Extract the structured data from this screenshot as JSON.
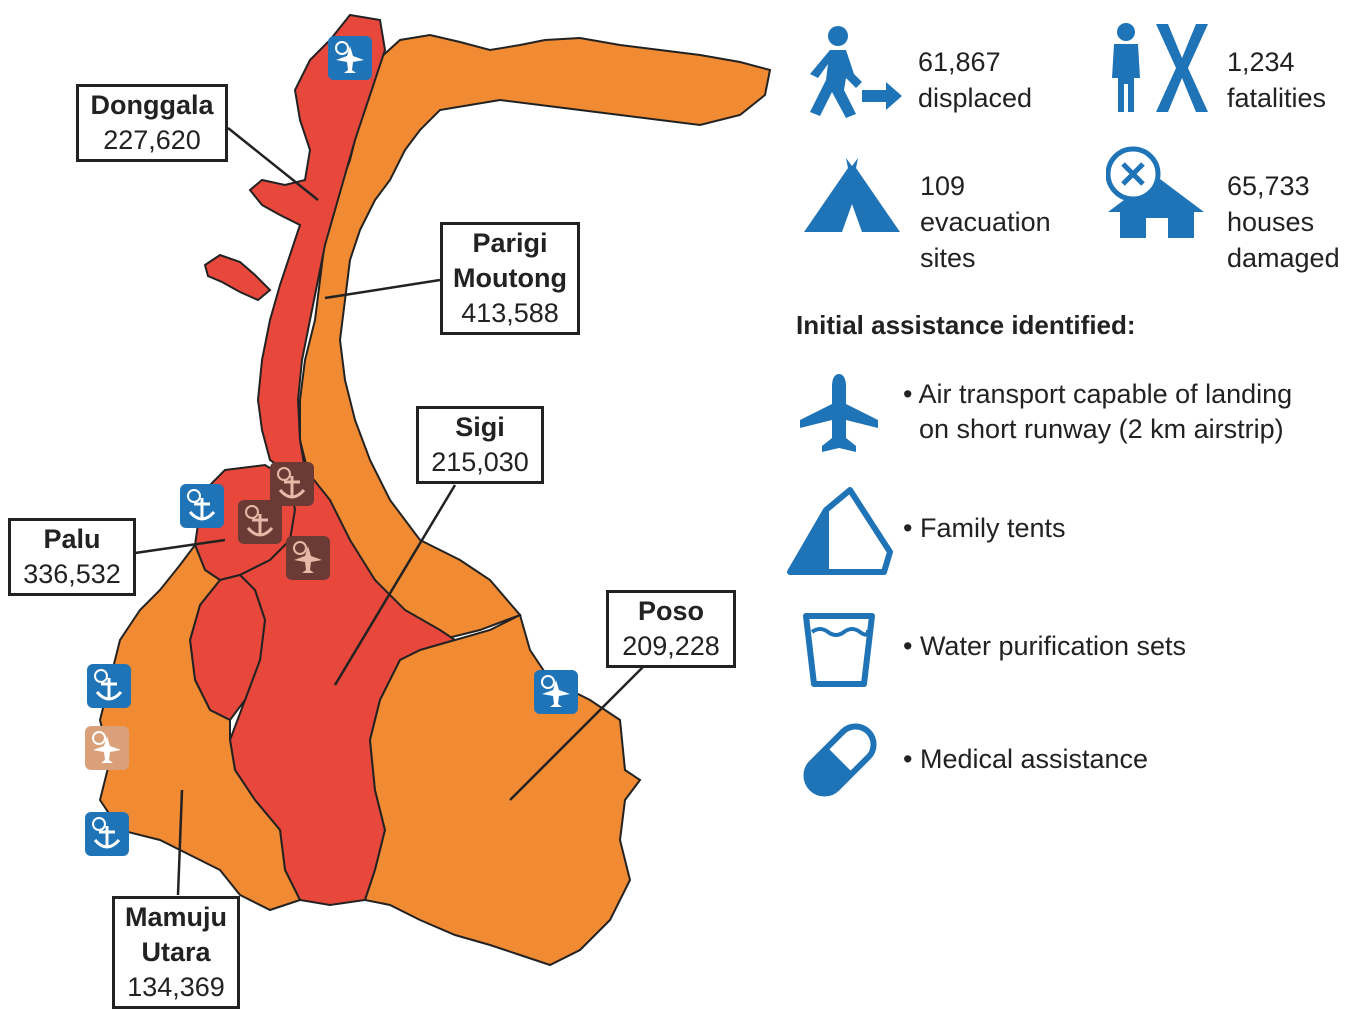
{
  "regions": [
    {
      "name": "Donggala",
      "value": "227,620",
      "severity": "high"
    },
    {
      "name": "Parigi Moutong",
      "value": "413,588",
      "severity": "medium"
    },
    {
      "name": "Sigi",
      "value": "215,030",
      "severity": "high"
    },
    {
      "name": "Palu",
      "value": "336,532",
      "severity": "high"
    },
    {
      "name": "Poso",
      "value": "209,228",
      "severity": "medium"
    },
    {
      "name": "Mamuju Utara",
      "value": "134,369",
      "severity": "medium"
    }
  ],
  "labels": {
    "donggala": {
      "name": "Donggala",
      "value": "227,620"
    },
    "parigi": {
      "name1": "Parigi",
      "name2": "Moutong",
      "value": "413,588"
    },
    "sigi": {
      "name": "Sigi",
      "value": "215,030"
    },
    "palu": {
      "name": "Palu",
      "value": "336,532"
    },
    "poso": {
      "name": "Poso",
      "value": "209,228"
    },
    "mamuju": {
      "name1": "Mamuju",
      "name2": "Utara",
      "value": "134,369"
    }
  },
  "stats": {
    "displaced": {
      "value": "61,867",
      "label": "displaced",
      "icon": "displaced-person-icon"
    },
    "fatalities": {
      "value": "1,234",
      "label": "fatalities",
      "icon": "fatality-icon"
    },
    "evacuation": {
      "value": "109",
      "label1": "evacuation",
      "label2": "sites",
      "icon": "tent-icon"
    },
    "houses": {
      "value": "65,733",
      "label1": "houses",
      "label2": "damaged",
      "icon": "damaged-house-icon"
    }
  },
  "assistance": {
    "heading": "Initial assistance identified:",
    "items": [
      {
        "line1": "• Air transport capable of landing",
        "line2": "on short runway (2 km airstrip)",
        "icon": "airplane-icon"
      },
      {
        "line1": "• Family tents",
        "icon": "family-tent-icon"
      },
      {
        "line1": "• Water purification sets",
        "icon": "water-glass-icon"
      },
      {
        "line1": "• Medical assistance",
        "icon": "pill-capsule-icon"
      }
    ]
  },
  "map_markers": [
    {
      "type": "airport",
      "status": "operational"
    },
    {
      "type": "seaport",
      "status": "operational"
    },
    {
      "type": "seaport",
      "status": "closed"
    },
    {
      "type": "seaport",
      "status": "closed"
    },
    {
      "type": "airport",
      "status": "closed"
    },
    {
      "type": "airport",
      "status": "operational"
    },
    {
      "type": "seaport",
      "status": "operational"
    },
    {
      "type": "airport",
      "status": "limited"
    },
    {
      "type": "seaport",
      "status": "operational"
    }
  ],
  "colors": {
    "high": "#e8483c",
    "medium": "#f08a33",
    "accent_blue": "#1f73b7",
    "closed_brown": "#6b3a34",
    "limited_tan": "#d9a07a",
    "border": "#222222"
  }
}
